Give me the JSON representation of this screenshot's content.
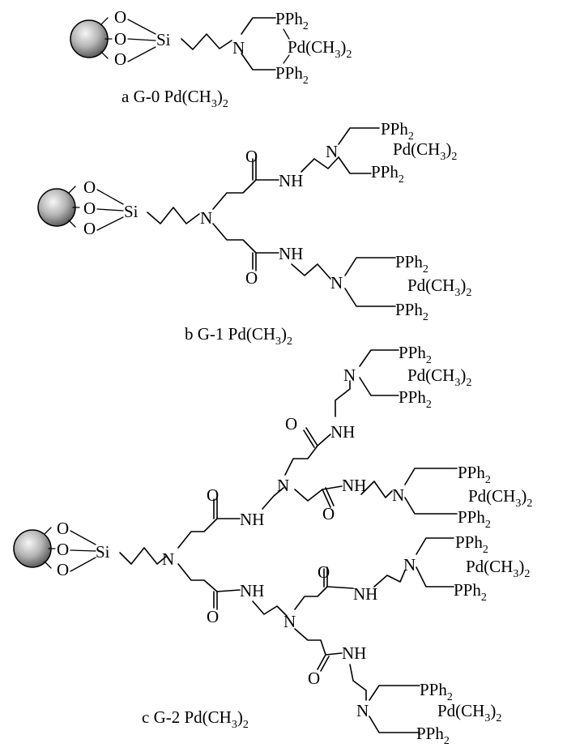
{
  "captions": {
    "a": {
      "prefix": "a G-0 Pd(CH",
      "sub": "3",
      "mid": ")",
      "sub2": "2"
    },
    "b": {
      "prefix": "b G-1 Pd(CH",
      "sub": "3",
      "mid": ")",
      "sub2": "2"
    },
    "c": {
      "prefix": "c G-2 Pd(CH",
      "sub": "3",
      "mid": ")",
      "sub2": "2"
    }
  },
  "atoms": {
    "O": "O",
    "Si": "Si",
    "N": "N",
    "NH": "NH",
    "P": "PPh",
    "Ph_sub": "2",
    "Pd": "Pd(CH",
    "Pd_sub": "3",
    "Pd_close": ")",
    "Pd_sub2": "2"
  },
  "colors": {
    "ink": "#000000",
    "sphere_light": "#f4f4f4",
    "sphere_dark": "#6a6a6a"
  }
}
